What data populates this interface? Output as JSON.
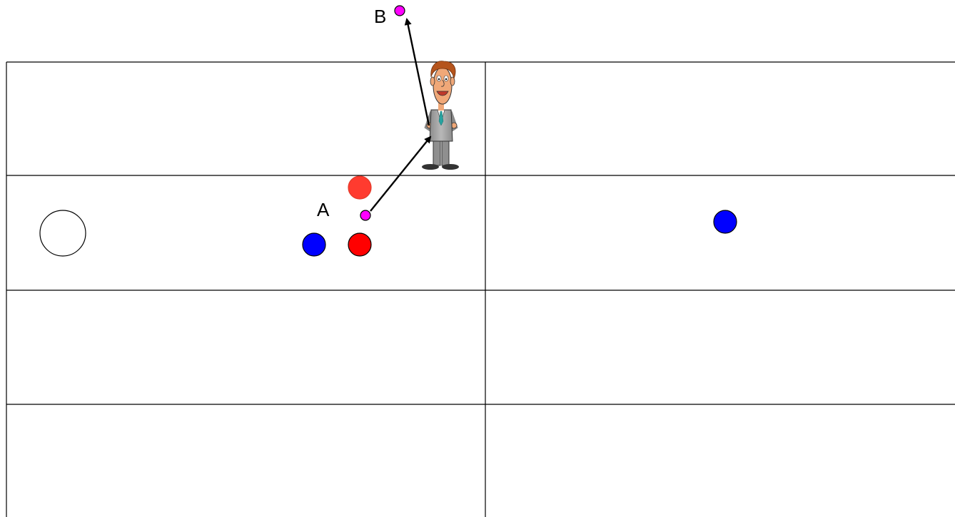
{
  "labels": {
    "point_a": "A",
    "point_b": "B"
  },
  "colors": {
    "grid_line": "#000000",
    "blue_ball": "#0000ff",
    "red_ball": "#ff0000",
    "red_ball_faded": "#ff3b2f",
    "target_point": "#ff00ff",
    "empty_circle": "#ffffff",
    "arrow": "#000000",
    "suit": "#9e9e9e",
    "skin": "#f0a878",
    "hair": "#b5541c",
    "tie": "#27a3a0"
  },
  "grid": {
    "rows": 4,
    "columns": 2
  },
  "figure": {
    "icon": "cartoon-man-in-suit"
  }
}
